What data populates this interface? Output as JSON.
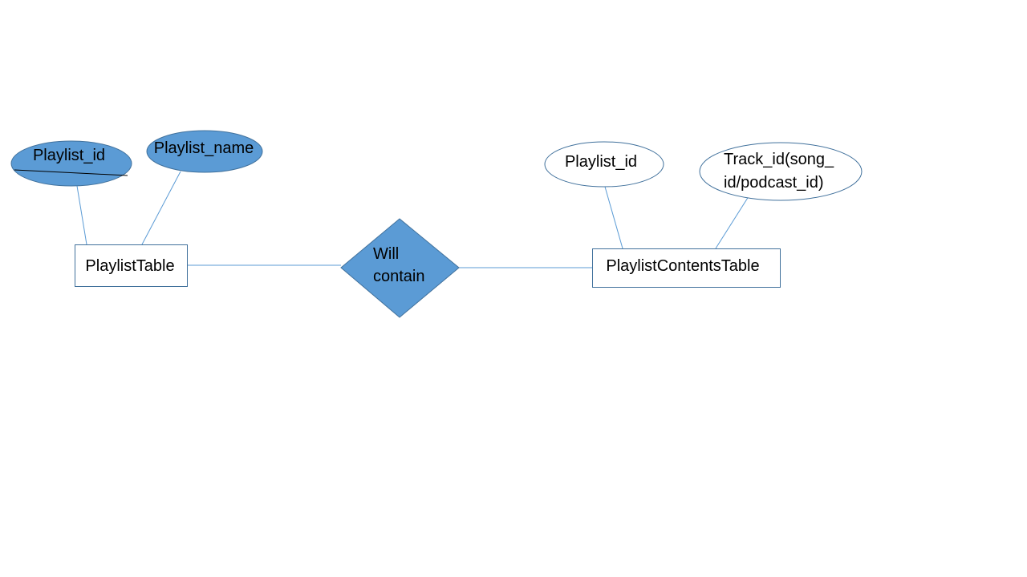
{
  "colors": {
    "attribute_fill": "#5B9BD5",
    "line": "#5B9BD5",
    "entity_border": "#41719C",
    "text": "#000000",
    "background": "#FFFFFF"
  },
  "diagram": {
    "entities": {
      "playlist_table": "PlaylistTable",
      "playlist_contents_table": "PlaylistContentsTable"
    },
    "relationship": {
      "line1": "Will",
      "line2": "contain"
    },
    "attributes": {
      "playlist_id": "Playlist_id",
      "playlist_name": "Playlist_name",
      "contents_playlist_id": "Playlist_id",
      "track_id_line1": "Track_id(song_",
      "track_id_line2": "id/podcast_id)"
    }
  }
}
